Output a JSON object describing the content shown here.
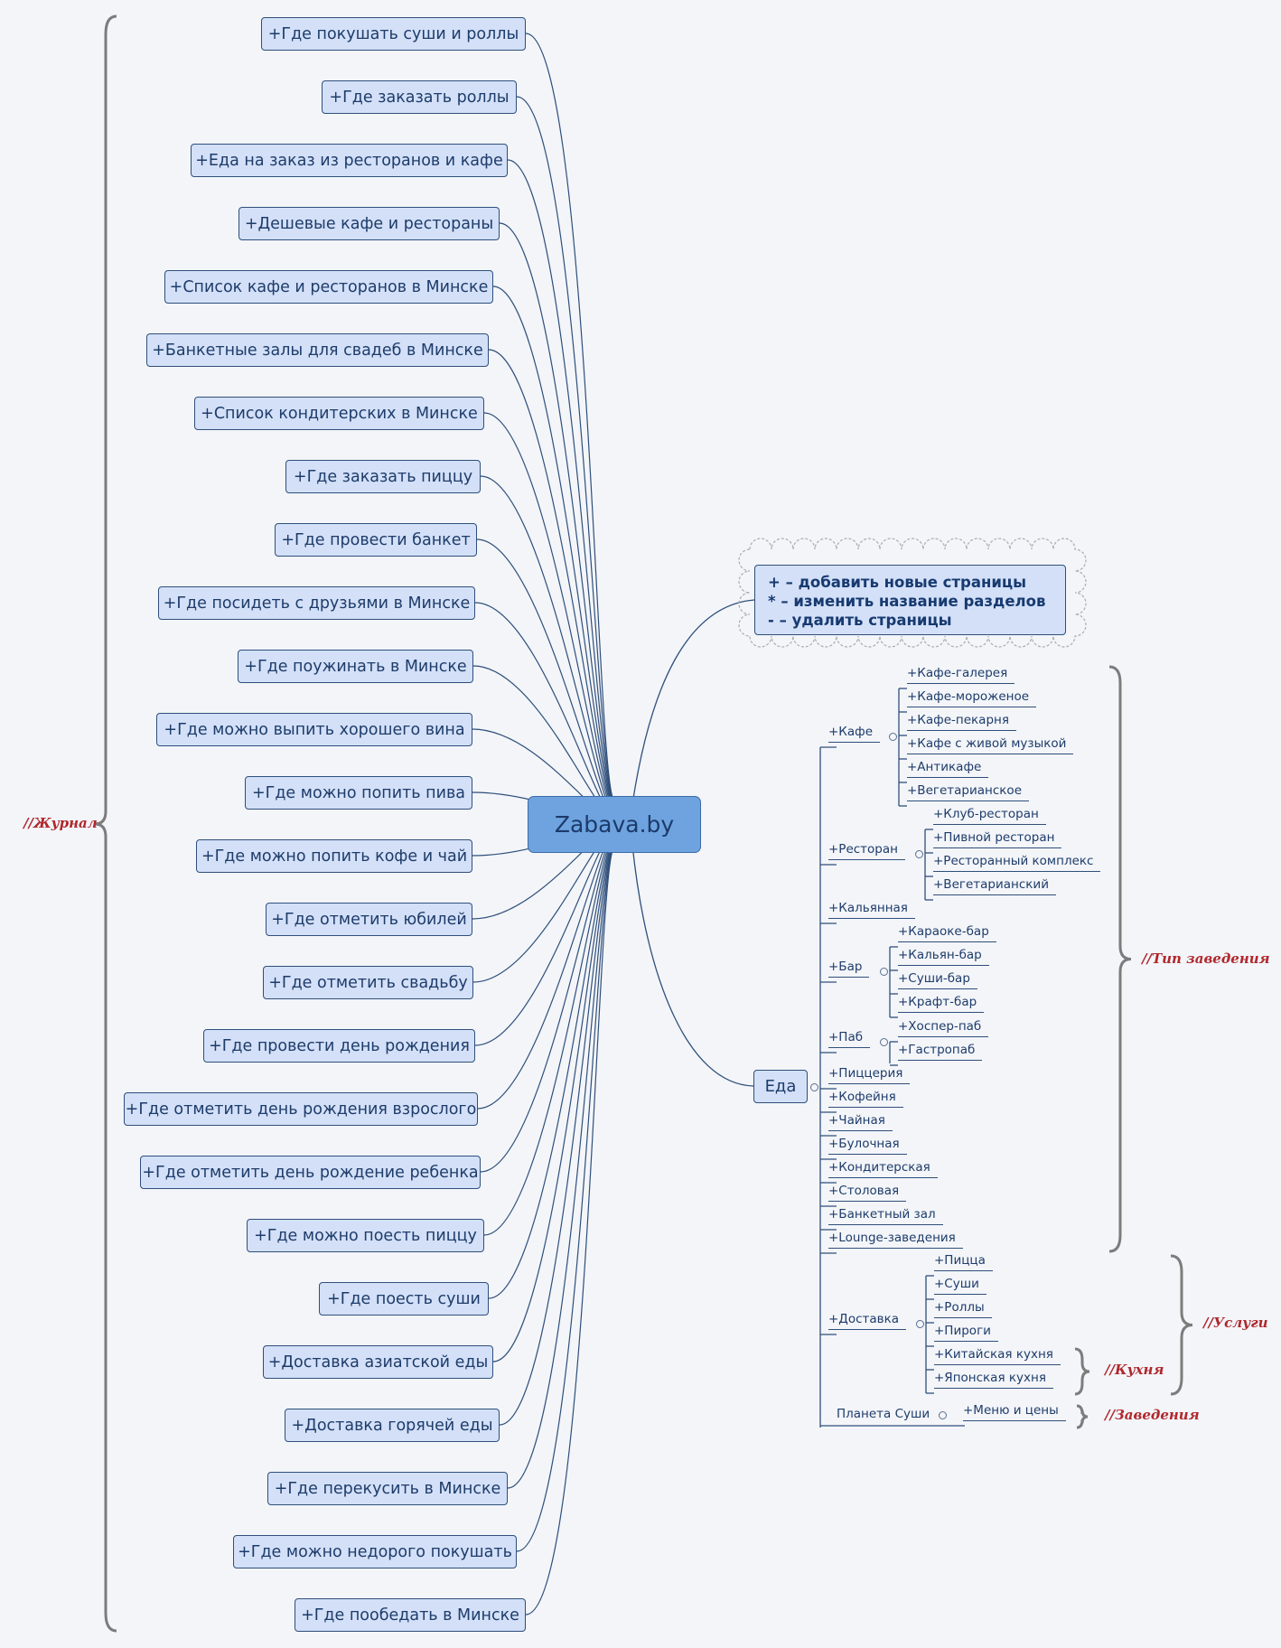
{
  "root": {
    "label": "Zabava.by"
  },
  "journal": {
    "label": "//Журнал",
    "items": [
      "+Где покушать суши и роллы",
      "+Где заказать роллы",
      "+Еда на заказ из ресторанов и кафе",
      "+Дешевые кафе и рестораны",
      "+Список кафе и ресторанов в Минске",
      "+Банкетные залы для свадеб в Минске",
      "+Список кондитерских в Минске",
      "+Где заказать пиццу",
      "+Где провести банкет",
      "+Где посидеть с друзьями в Минске",
      "+Где поужинать в Минске",
      "+Где можно выпить хорошего вина",
      "+Где можно попить пива",
      "+Где можно попить кофе и чай",
      "+Где отметить юбилей",
      "+Где отметить свадьбу",
      "+Где провести день рождения",
      "+Где отметить день рождения взрослого",
      "+Где отметить день рождение ребенка",
      "+Где можно поесть пиццу",
      "+Где поесть суши",
      "+Доставка азиатской еды",
      "+Доставка горячей еды",
      "+Где перекусить в Минске",
      "+Где можно недорого покушать",
      "+Где пообедать в Минске"
    ]
  },
  "note": {
    "lines": [
      "+ – добавить новые страницы",
      "* – изменить название разделов",
      "- – удалить страницы"
    ]
  },
  "food": {
    "label": "Еда",
    "cafe": {
      "label": "+Кафе",
      "children": [
        "+Кафе-галерея",
        "+Кафе-мороженое",
        "+Кафе-пекарня",
        "+Кафе с живой музыкой",
        "+Антикафе",
        "+Вегетарианское"
      ]
    },
    "restaurant": {
      "label": "+Ресторан",
      "children": [
        "+Клуб-ресторан",
        "+Пивной ресторан",
        "+Ресторанный комплекс",
        "+Вегетарианский"
      ]
    },
    "hookah": {
      "label": "+Кальянная"
    },
    "bar": {
      "label": "+Бар",
      "children": [
        "+Караоке-бар",
        "+Кальян-бар",
        "+Суши-бар",
        "+Крафт-бар"
      ]
    },
    "pub": {
      "label": "+Паб",
      "children": [
        "+Хоспер-паб",
        "+Гастропаб"
      ]
    },
    "others": [
      "+Пиццерия",
      "+Кофейня",
      "+Чайная",
      "+Булочная",
      "+Кондитерская",
      "+Столовая",
      "+Банкетный зал",
      "+Lounge-заведения"
    ],
    "delivery": {
      "label": "+Доставка",
      "children": [
        "+Пицца",
        "+Суши",
        "+Роллы",
        "+Пироги",
        "+Китайская кухня",
        "+Японская кухня"
      ]
    },
    "planet": {
      "label": "Планета Суши",
      "child": "+Меню и цены"
    }
  },
  "labels": {
    "type": "//Тип заведения",
    "services": "//Услуги",
    "cuisine": "//Кухня",
    "venues": "//Заведения"
  },
  "colors": {
    "node_fill": "#d3e0f8",
    "node_border": "#2f4f7a",
    "root_fill": "#6ea3e0",
    "label_red": "#b0272c",
    "wire": "#2f4f7a"
  }
}
